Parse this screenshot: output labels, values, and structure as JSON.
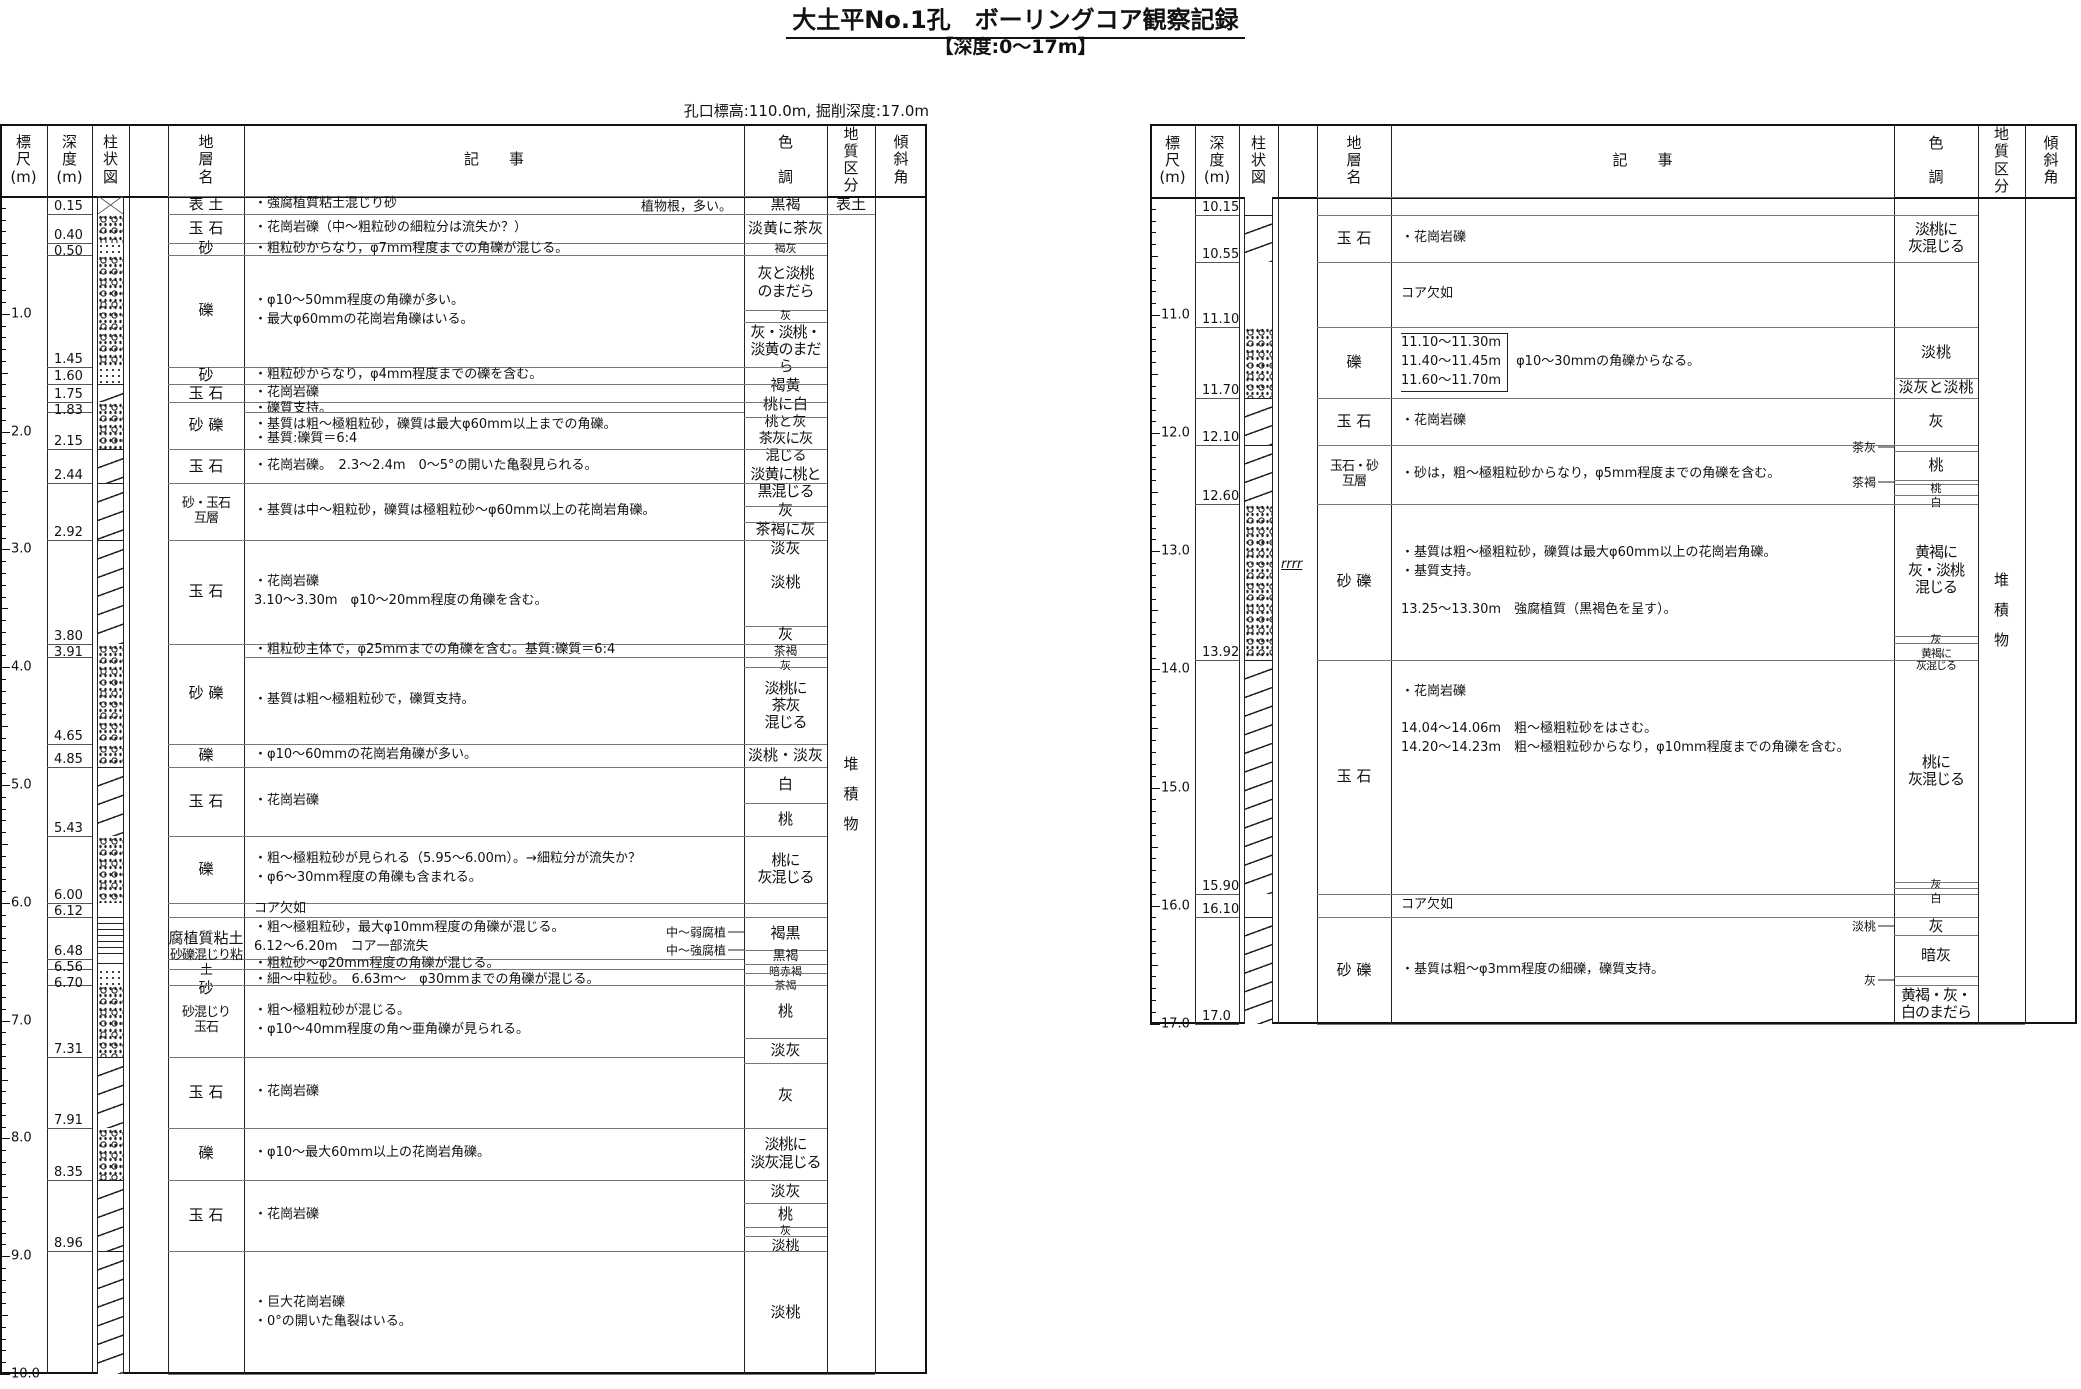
{
  "title": "大土平No.1孔　ボーリングコア観察記録",
  "subtitle": "【深度:0～17m】",
  "info": "孔口標高:110.0m, 掘削深度:17.0m",
  "headers": [
    "標\n尺\n(m)",
    "深\n度\n(m)",
    "柱\n状\n図",
    "",
    "地\n層\n名",
    "記　　事",
    "色\n\n調",
    "地\n質\n区\n分",
    "傾\n斜\n角"
  ],
  "tables": [
    {
      "range": [
        0,
        10
      ],
      "scale_labels": [
        "1.0",
        "2.0",
        "3.0",
        "4.0",
        "5.0",
        "6.0",
        "7.0",
        "8.0",
        "9.0",
        "10.0"
      ],
      "depth_labels": [
        "0.15",
        "0.40",
        "0.50",
        "1.45",
        "1.60",
        "1.75",
        "1.83",
        "2.15",
        "2.44",
        "2.92",
        "3.80",
        "3.91",
        "4.65",
        "4.85",
        "5.43",
        "6.00",
        "6.12",
        "6.48",
        "6.56",
        "6.70",
        "7.31",
        "7.91",
        "8.35",
        "8.96"
      ],
      "names": [
        {
          "top": 0,
          "bottom": 0.15,
          "label": "表 土",
          "litho": "soil"
        },
        {
          "top": 0.15,
          "bottom": 0.4,
          "label": "玉 石",
          "litho": "gravel"
        },
        {
          "top": 0.4,
          "bottom": 0.5,
          "label": "砂",
          "litho": "sand"
        },
        {
          "top": 0.5,
          "bottom": 1.45,
          "label": "礫",
          "litho": "gravel"
        },
        {
          "top": 1.45,
          "bottom": 1.6,
          "label": "砂",
          "litho": "sand"
        },
        {
          "top": 1.6,
          "bottom": 1.75,
          "label": "玉 石",
          "litho": "boulder"
        },
        {
          "top": 1.75,
          "bottom": 2.15,
          "label": "砂 礫",
          "litho": "gravel"
        },
        {
          "top": 2.15,
          "bottom": 2.44,
          "label": "玉 石",
          "litho": "boulder"
        },
        {
          "top": 2.44,
          "bottom": 2.92,
          "label": "砂・玉石\n互層",
          "litho": "boulder"
        },
        {
          "top": 2.92,
          "bottom": 3.8,
          "label": "玉 石",
          "litho": "boulder"
        },
        {
          "top": 3.8,
          "bottom": 4.65,
          "label": "砂 礫",
          "litho": "gravel"
        },
        {
          "top": 4.65,
          "bottom": 4.85,
          "label": "礫",
          "litho": "gravel"
        },
        {
          "top": 4.85,
          "bottom": 5.43,
          "label": "玉 石",
          "litho": "boulder"
        },
        {
          "top": 5.43,
          "bottom": 6.0,
          "label": "礫",
          "litho": "gravel"
        },
        {
          "top": 6.0,
          "bottom": 6.12,
          "label": "",
          "litho": "missing"
        },
        {
          "top": 6.12,
          "bottom": 6.48,
          "label": "腐植質粘土",
          "litho": "clay"
        },
        {
          "top": 6.48,
          "bottom": 6.56,
          "label": "砂礫混じり粘土",
          "litho": "clay"
        },
        {
          "top": 6.56,
          "bottom": 6.7,
          "label": "砂",
          "litho": "sand"
        },
        {
          "top": 6.7,
          "bottom": 7.31,
          "label": "砂混じり\n玉石",
          "litho": "gravel"
        },
        {
          "top": 7.31,
          "bottom": 7.91,
          "label": "玉 石",
          "litho": "boulder"
        },
        {
          "top": 7.91,
          "bottom": 8.35,
          "label": "礫",
          "litho": "gravel"
        },
        {
          "top": 8.35,
          "bottom": 8.96,
          "label": "玉 石",
          "litho": "boulder"
        },
        {
          "top": 8.96,
          "bottom": 10.0,
          "label": "",
          "litho": "boulder"
        }
      ],
      "notes": [
        {
          "top": 0,
          "bottom": 0.15,
          "lines": [
            "・強腐植質粘土混じり砂"
          ],
          "right": "植物根，多い。"
        },
        {
          "top": 0.15,
          "bottom": 0.4,
          "lines": [
            "・花崗岩礫（中～粗粒砂の細粒分は流失か？）"
          ]
        },
        {
          "top": 0.4,
          "bottom": 0.5,
          "lines": [
            "・粗粒砂からなり，φ7mm程度までの角礫が混じる。"
          ]
        },
        {
          "top": 0.5,
          "bottom": 1.45,
          "lines": [
            "・φ10～50mm程度の角礫が多い。",
            "・最大φ60mmの花崗岩角礫はいる。"
          ]
        },
        {
          "top": 1.45,
          "bottom": 1.6,
          "lines": [
            "・粗粒砂からなり，φ4mm程度までの礫を含む。"
          ]
        },
        {
          "top": 1.6,
          "bottom": 1.75,
          "lines": [
            "・花崗岩礫"
          ]
        },
        {
          "top": 1.75,
          "bottom": 1.83,
          "lines": [
            "・礫質支持。"
          ]
        },
        {
          "top": 1.83,
          "bottom": 2.15,
          "lines": [
            "・基質は粗～極粗粒砂，礫質は最大φ60mm以上までの角礫。",
            "・基質:礫質＝6:4"
          ]
        },
        {
          "top": 2.15,
          "bottom": 2.44,
          "lines": [
            "・花崗岩礫。　2.3～2.4m　0～5°の開いた亀裂見られる。"
          ]
        },
        {
          "top": 2.44,
          "bottom": 2.92,
          "lines": [
            "・基質は中～粗粒砂，礫質は極粗粒砂～φ60mm以上の花崗岩角礫。"
          ]
        },
        {
          "top": 2.92,
          "bottom": 3.8,
          "lines": [
            "・花崗岩礫",
            "3.10～3.30m　φ10～20mm程度の角礫を含む。"
          ]
        },
        {
          "top": 3.8,
          "bottom": 3.91,
          "lines": [
            "・粗粒砂主体で，φ25mmまでの角礫を含む。基質:礫質＝6:4"
          ]
        },
        {
          "top": 3.91,
          "bottom": 4.65,
          "lines": [
            "・基質は粗～極粗粒砂で，礫質支持。"
          ]
        },
        {
          "top": 4.65,
          "bottom": 4.85,
          "lines": [
            "・φ10～60mmの花崗岩角礫が多い。"
          ]
        },
        {
          "top": 4.85,
          "bottom": 5.43,
          "lines": [
            "・花崗岩礫"
          ]
        },
        {
          "top": 5.43,
          "bottom": 6.0,
          "lines": [
            "・粗～極粗粒砂が見られる（5.95～6.00m）。→細粒分が流失か？",
            "・φ6～30mm程度の角礫も含まれる。"
          ]
        },
        {
          "top": 6.0,
          "bottom": 6.12,
          "lines": [
            "コア欠如"
          ]
        },
        {
          "top": 6.12,
          "bottom": 6.48,
          "lines": [
            "・粗～極粗粒砂，最大φ10mm程度の角礫が混じる。",
            "6.12～6.20m　コア一部流失"
          ]
        },
        {
          "top": 6.48,
          "bottom": 6.56,
          "lines": [
            "・粗粒砂～φ20mm程度の角礫が混じる。"
          ]
        },
        {
          "top": 6.56,
          "bottom": 6.7,
          "lines": [
            "・細～中粒砂。　6.63m～　φ30mmまでの角礫が混じる。"
          ]
        },
        {
          "top": 6.7,
          "bottom": 7.31,
          "lines": [
            "・粗～極粗粒砂が混じる。",
            "・φ10～40mm程度の角～亜角礫が見られる。"
          ]
        },
        {
          "top": 7.31,
          "bottom": 7.91,
          "lines": [
            "・花崗岩礫"
          ]
        },
        {
          "top": 7.91,
          "bottom": 8.35,
          "lines": [
            "・φ10～最大60mm以上の花崗岩角礫。"
          ]
        },
        {
          "top": 8.35,
          "bottom": 8.96,
          "lines": [
            "・花崗岩礫"
          ]
        },
        {
          "top": 8.96,
          "bottom": 10.0,
          "lines": [
            "・巨大花崗岩礫",
            "・0°の開いた亀裂はいる。"
          ]
        }
      ],
      "colors": [
        {
          "top": 0,
          "bottom": 0.15,
          "label": "黒褐"
        },
        {
          "top": 0.15,
          "bottom": 0.4,
          "label": "淡黄に茶灰"
        },
        {
          "top": 0.4,
          "bottom": 0.5,
          "label": "褐灰"
        },
        {
          "top": 0.5,
          "bottom": 0.97,
          "label": "灰と淡桃\nのまだら"
        },
        {
          "top": 0.97,
          "bottom": 1.07,
          "label": "灰"
        },
        {
          "top": 1.07,
          "bottom": 1.45,
          "label": "灰・淡桃・\n淡黄のまだら"
        },
        {
          "top": 1.45,
          "bottom": 1.6,
          "label": "褐黄"
        },
        {
          "top": 1.6,
          "bottom": 1.75,
          "label": "桃に白"
        },
        {
          "top": 1.75,
          "bottom": 1.88,
          "label": "桃と灰"
        },
        {
          "top": 1.88,
          "bottom": 2.15,
          "label": "茶灰に灰\n混じる"
        },
        {
          "top": 2.15,
          "bottom": 2.44,
          "label": "淡黄に桃と\n黒混じる"
        },
        {
          "top": 2.44,
          "bottom": 2.63,
          "label": "灰"
        },
        {
          "top": 2.63,
          "bottom": 2.77,
          "label": "茶褐に灰"
        },
        {
          "top": 2.77,
          "bottom": 2.92,
          "label": "淡灰"
        },
        {
          "top": 2.92,
          "bottom": 3.65,
          "label": "淡桃"
        },
        {
          "top": 3.65,
          "bottom": 3.8,
          "label": "灰"
        },
        {
          "top": 3.8,
          "bottom": 3.91,
          "label": "茶褐"
        },
        {
          "top": 3.91,
          "bottom": 4.0,
          "label": "灰"
        },
        {
          "top": 4.0,
          "bottom": 4.65,
          "label": "淡桃に\n茶灰\n混じる"
        },
        {
          "top": 4.65,
          "bottom": 4.85,
          "label": "淡桃・淡灰"
        },
        {
          "top": 4.85,
          "bottom": 5.15,
          "label": "白"
        },
        {
          "top": 5.15,
          "bottom": 5.43,
          "label": "桃"
        },
        {
          "top": 5.43,
          "bottom": 6.0,
          "label": "桃に\n灰混じる"
        },
        {
          "top": 6.12,
          "bottom": 6.4,
          "label": "褐黒"
        },
        {
          "top": 6.4,
          "bottom": 6.52,
          "label": "黒褐"
        },
        {
          "top": 6.52,
          "bottom": 6.6,
          "label": "暗赤褐"
        },
        {
          "top": 6.6,
          "bottom": 6.7,
          "label": "茶褐"
        },
        {
          "top": 6.7,
          "bottom": 7.15,
          "label": "桃"
        },
        {
          "top": 7.15,
          "bottom": 7.36,
          "label": "淡灰"
        },
        {
          "top": 7.36,
          "bottom": 7.91,
          "label": "灰"
        },
        {
          "top": 7.91,
          "bottom": 8.35,
          "label": "淡桃に\n淡灰混じる"
        },
        {
          "top": 8.35,
          "bottom": 8.55,
          "label": "淡灰"
        },
        {
          "top": 8.55,
          "bottom": 8.75,
          "label": "桃"
        },
        {
          "top": 8.75,
          "bottom": 8.83,
          "label": "灰"
        },
        {
          "top": 8.83,
          "bottom": 8.96,
          "label": "淡桃"
        },
        {
          "top": 8.96,
          "bottom": 10.0,
          "label": "淡桃"
        }
      ],
      "annotations": [
        {
          "depth": 6.25,
          "label": "中～弱腐植"
        },
        {
          "depth": 6.4,
          "label": "中～強腐植"
        }
      ],
      "geo": [
        {
          "top": 0,
          "bottom": 0.15,
          "label": "表土"
        },
        {
          "top": 0.15,
          "bottom": 10.0,
          "label": "堆\n積\n物"
        }
      ],
      "symbols": []
    },
    {
      "range": [
        10,
        17
      ],
      "scale_labels": [
        "11.0",
        "12.0",
        "13.0",
        "14.0",
        "15.0",
        "16.0",
        "17.0"
      ],
      "depth_labels": [
        "10.15",
        "10.55",
        "11.10",
        "11.70",
        "12.10",
        "12.60",
        "13.92",
        "15.90",
        "16.10",
        "17.0"
      ],
      "names": [
        {
          "top": 10.0,
          "bottom": 10.15,
          "label": "",
          "litho": "missing"
        },
        {
          "top": 10.15,
          "bottom": 10.55,
          "label": "玉 石",
          "litho": "boulder"
        },
        {
          "top": 10.55,
          "bottom": 11.1,
          "label": "",
          "litho": "missing"
        },
        {
          "top": 11.1,
          "bottom": 11.7,
          "label": "礫",
          "litho": "gravel"
        },
        {
          "top": 11.7,
          "bottom": 12.1,
          "label": "玉 石",
          "litho": "boulder"
        },
        {
          "top": 12.1,
          "bottom": 12.6,
          "label": "玉石・砂\n互層",
          "litho": "boulder"
        },
        {
          "top": 12.6,
          "bottom": 13.92,
          "label": "砂 礫",
          "litho": "gravel"
        },
        {
          "top": 13.92,
          "bottom": 15.9,
          "label": "玉 石",
          "litho": "boulder"
        },
        {
          "top": 15.9,
          "bottom": 16.1,
          "label": "",
          "litho": "missing"
        },
        {
          "top": 16.1,
          "bottom": 17.0,
          "label": "砂 礫",
          "litho": "boulder"
        }
      ],
      "notes": [
        {
          "top": 10.0,
          "bottom": 10.15,
          "lines": []
        },
        {
          "top": 10.15,
          "bottom": 10.55,
          "lines": [
            "・花崗岩礫"
          ]
        },
        {
          "top": 10.55,
          "bottom": 11.1,
          "lines": [
            "コア欠如"
          ]
        },
        {
          "top": 11.1,
          "bottom": 11.7,
          "lines": [
            "11.10～11.30m",
            "11.40～11.45m",
            "11.60～11.70m"
          ],
          "bracket": "φ10～30mmの角礫からなる。"
        },
        {
          "top": 11.7,
          "bottom": 12.1,
          "lines": [
            "・花崗岩礫"
          ]
        },
        {
          "top": 12.1,
          "bottom": 12.6,
          "lines": [
            "・砂は，粗～極粗粒砂からなり，φ5mm程度までの角礫を含む。"
          ]
        },
        {
          "top": 12.6,
          "bottom": 13.92,
          "lines": [
            "・基質は粗～極粗粒砂，礫質は最大φ60mm以上の花崗岩角礫。",
            "・基質支持。",
            " ",
            "13.25～13.30m　強腐植質（黒褐色を呈す）。"
          ]
        },
        {
          "top": 13.92,
          "bottom": 15.9,
          "lines": [
            " ",
            "・花崗岩礫",
            " ",
            "14.04～14.06m　粗～極粗粒砂をはさむ。",
            "14.20～14.23m　粗～極粗粒砂からなり，φ10mm程度までの角礫を含む。"
          ],
          "valign": "top"
        },
        {
          "top": 15.9,
          "bottom": 16.1,
          "lines": [
            "コア欠如"
          ]
        },
        {
          "top": 16.1,
          "bottom": 17.0,
          "lines": [
            "・基質は粗～φ3mm程度の細礫，礫質支持。"
          ]
        }
      ],
      "colors": [
        {
          "top": 10.15,
          "bottom": 10.55,
          "label": "淡桃に\n灰混じる"
        },
        {
          "top": 11.1,
          "bottom": 11.53,
          "label": "淡桃"
        },
        {
          "top": 11.53,
          "bottom": 11.7,
          "label": "淡灰と淡桃"
        },
        {
          "top": 11.7,
          "bottom": 12.1,
          "label": "灰"
        },
        {
          "top": 12.15,
          "bottom": 12.4,
          "label": "桃"
        },
        {
          "top": 12.43,
          "bottom": 12.52,
          "label": "桃"
        },
        {
          "top": 12.52,
          "bottom": 12.6,
          "label": "白"
        },
        {
          "top": 12.6,
          "bottom": 13.72,
          "label": "黄褐に\n灰・淡桃\n混じる"
        },
        {
          "top": 13.72,
          "bottom": 13.78,
          "label": "灰"
        },
        {
          "top": 13.78,
          "bottom": 13.92,
          "label": "黄褐に\n灰混じる"
        },
        {
          "top": 13.92,
          "bottom": 15.8,
          "label": "桃に\n灰混じる"
        },
        {
          "top": 15.8,
          "bottom": 15.85,
          "label": "灰"
        },
        {
          "top": 15.85,
          "bottom": 15.9,
          "label": "白"
        },
        {
          "top": 16.1,
          "bottom": 16.25,
          "label": "灰"
        },
        {
          "top": 16.25,
          "bottom": 16.6,
          "label": "暗灰"
        },
        {
          "top": 16.67,
          "bottom": 17.0,
          "label": "黄褐・灰・\n白のまだら"
        }
      ],
      "annotations": [
        {
          "depth": 12.12,
          "label": "茶灰"
        },
        {
          "depth": 12.41,
          "label": "茶褐"
        },
        {
          "depth": 16.17,
          "label": "淡桃"
        },
        {
          "depth": 16.63,
          "label": "灰"
        }
      ],
      "geo": [
        {
          "top": 10.0,
          "bottom": 17.0,
          "label": "堆\n積\n物"
        }
      ],
      "symbols": [
        {
          "depth": 13.12,
          "label": "rrrr"
        }
      ]
    }
  ]
}
